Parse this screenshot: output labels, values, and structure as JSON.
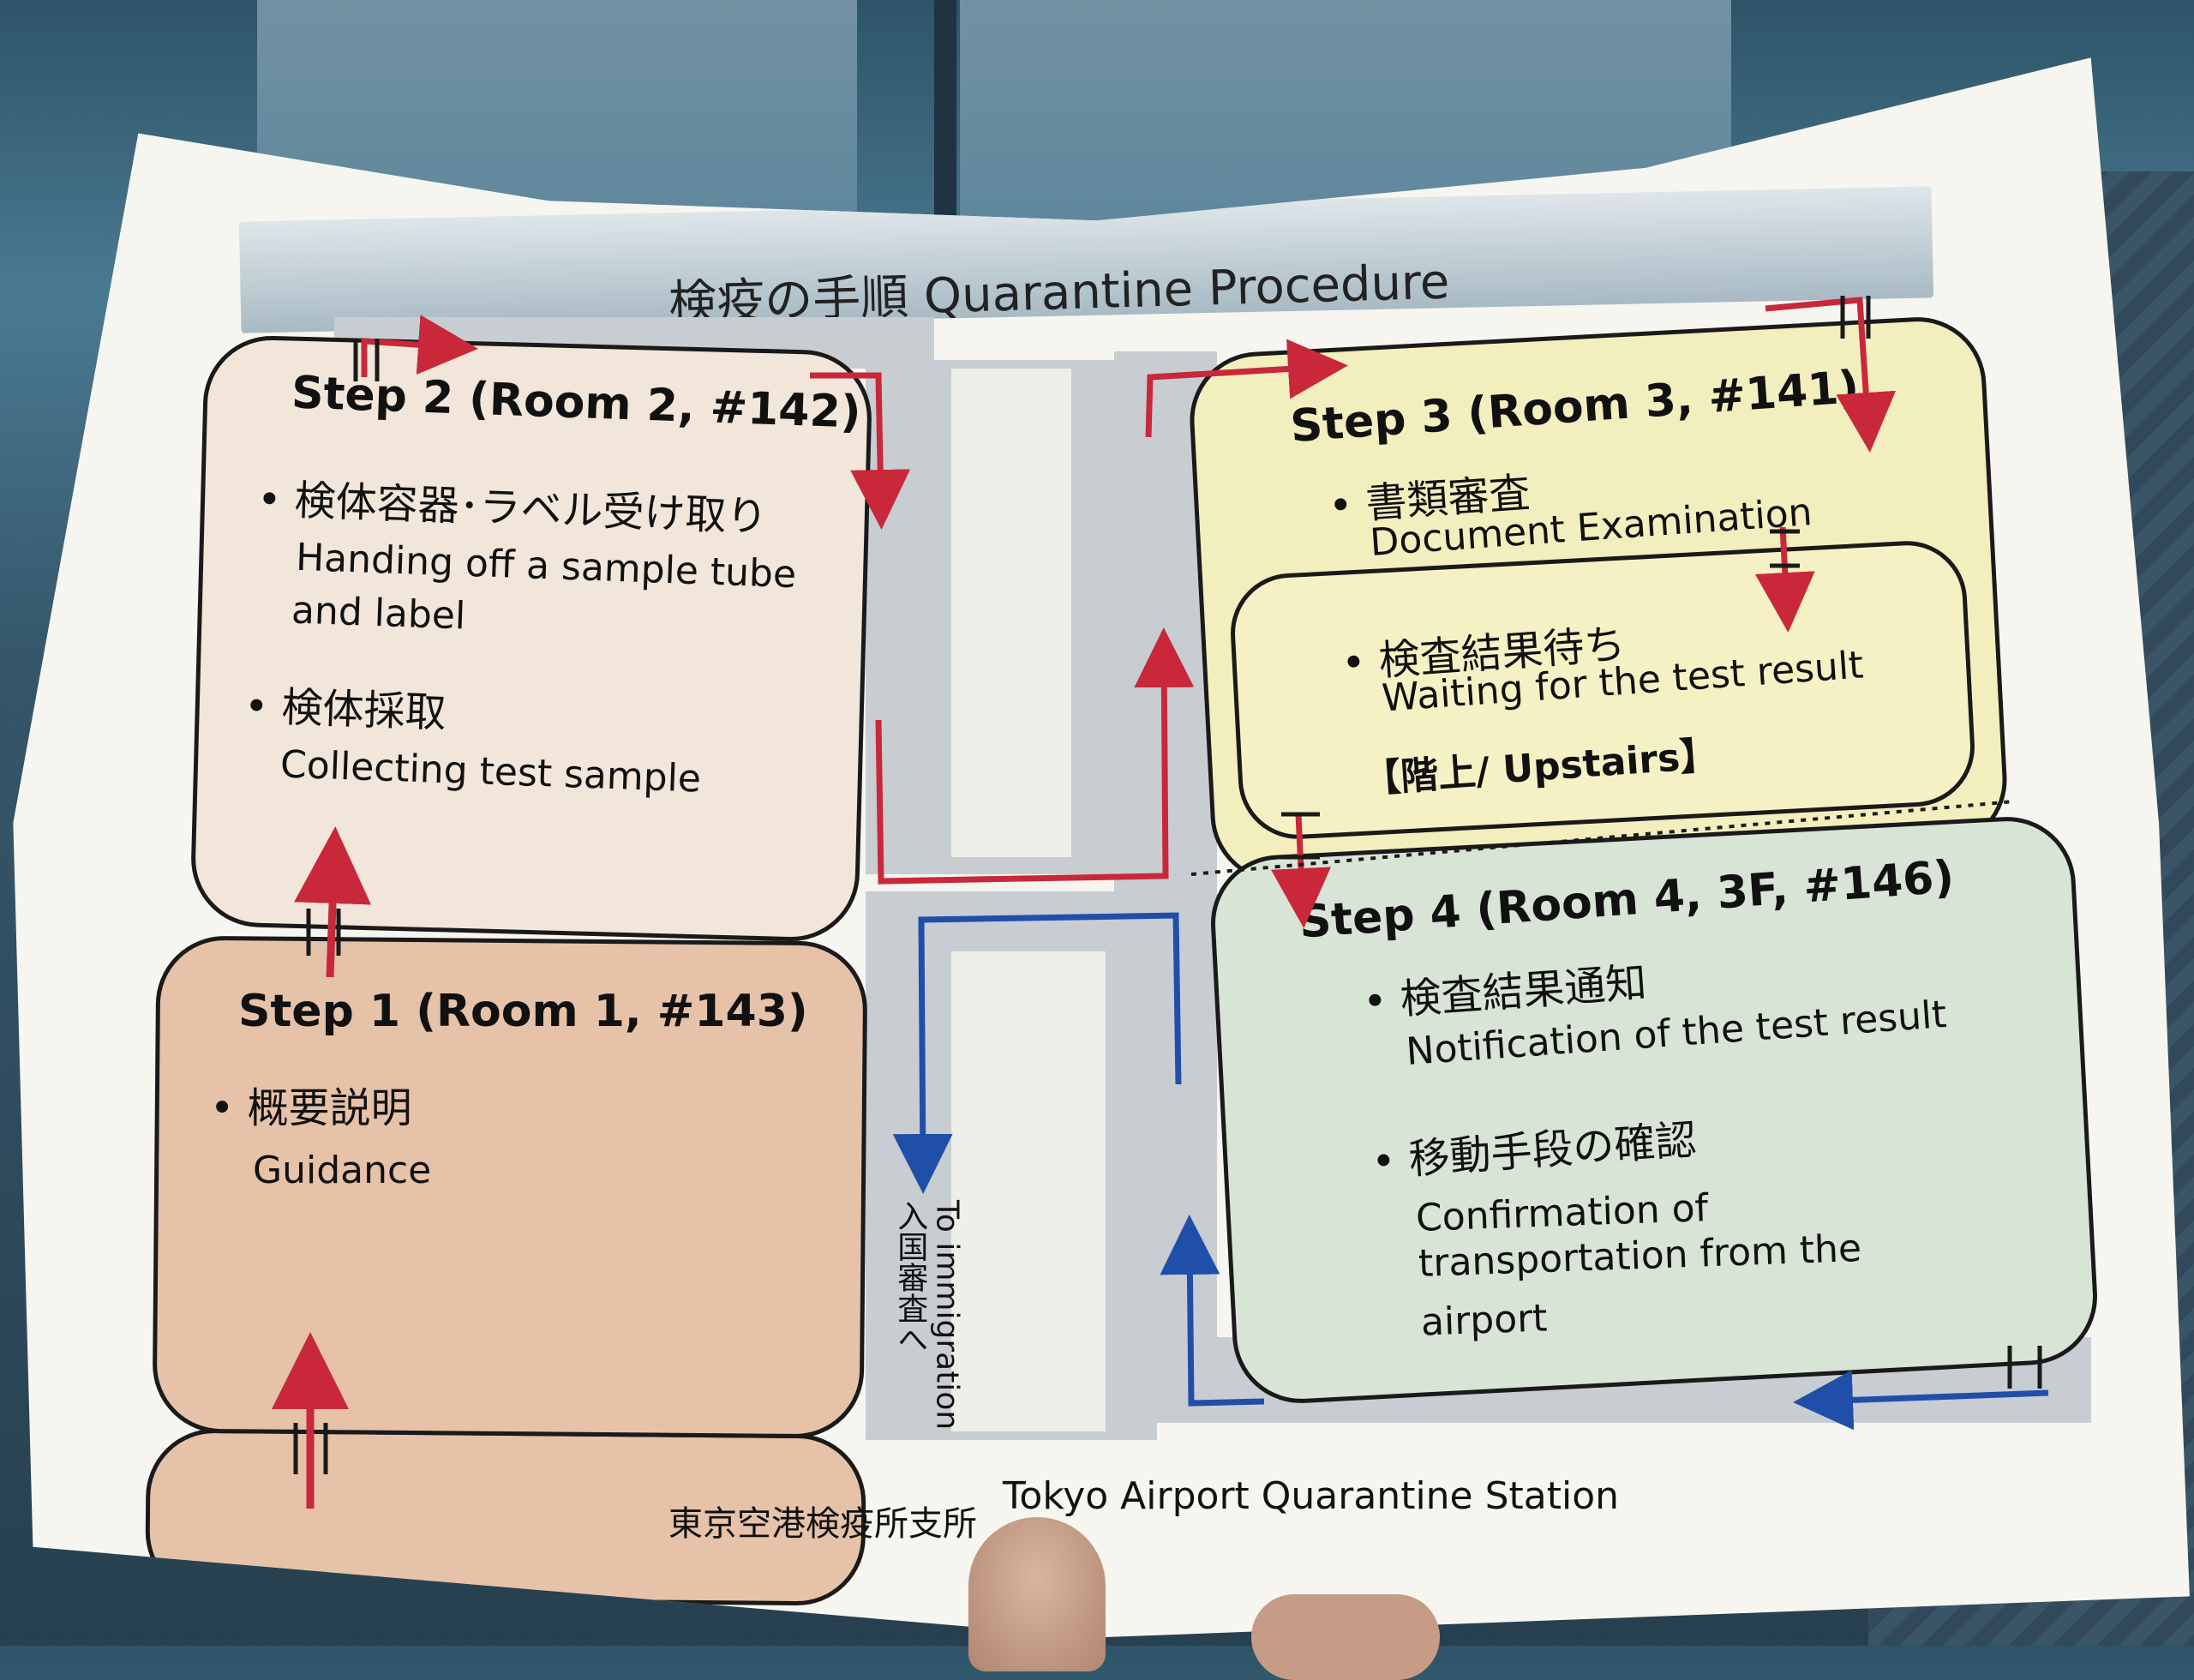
{
  "title": "検疫の手順 Quarantine Procedure",
  "step2": {
    "title": "Step 2 (Room 2, #142)",
    "item1_jp": "検体容器･ラベル受け取り",
    "item1_en_line1": "Handing off a sample tube",
    "item1_en_line2": "and label",
    "item2_jp": "検体採取",
    "item2_en": "Collecting test sample"
  },
  "step1": {
    "title": "Step 1 (Room 1, #143)",
    "item1_jp": "概要説明",
    "item1_en": "Guidance"
  },
  "step3": {
    "title": "Step 3 (Room 3, #141)",
    "item1_jp": "書類審査",
    "item1_en": "Document Examination",
    "item2_jp": "検査結果待ち",
    "item2_en": "Waiting for the test result",
    "upstairs": "【階上/ Upstairs】"
  },
  "step4": {
    "title": "Step 4 (Room 4, 3F, #146)",
    "item1_jp": "検査結果通知",
    "item1_en": "Notification of the test result",
    "item2_jp": "移動手段の確認",
    "item2_en_line1": "Confirmation of",
    "item2_en_line2": "transportation from the",
    "item2_en_line3": "airport"
  },
  "immigration": {
    "en": "To immigration",
    "jp": "入国審査へ"
  },
  "footer": {
    "jp": "東京空港検疫所支所",
    "en": "Tokyo Airport Quarantine Station"
  },
  "colors": {
    "red_arrow": "#c8283a",
    "blue_arrow": "#1f4fa8",
    "step1_fill": "#e6c2a8",
    "step2_fill": "#f1e6d9",
    "step3_fill": "#f3eebd",
    "step4_fill": "#d8e4d6"
  }
}
